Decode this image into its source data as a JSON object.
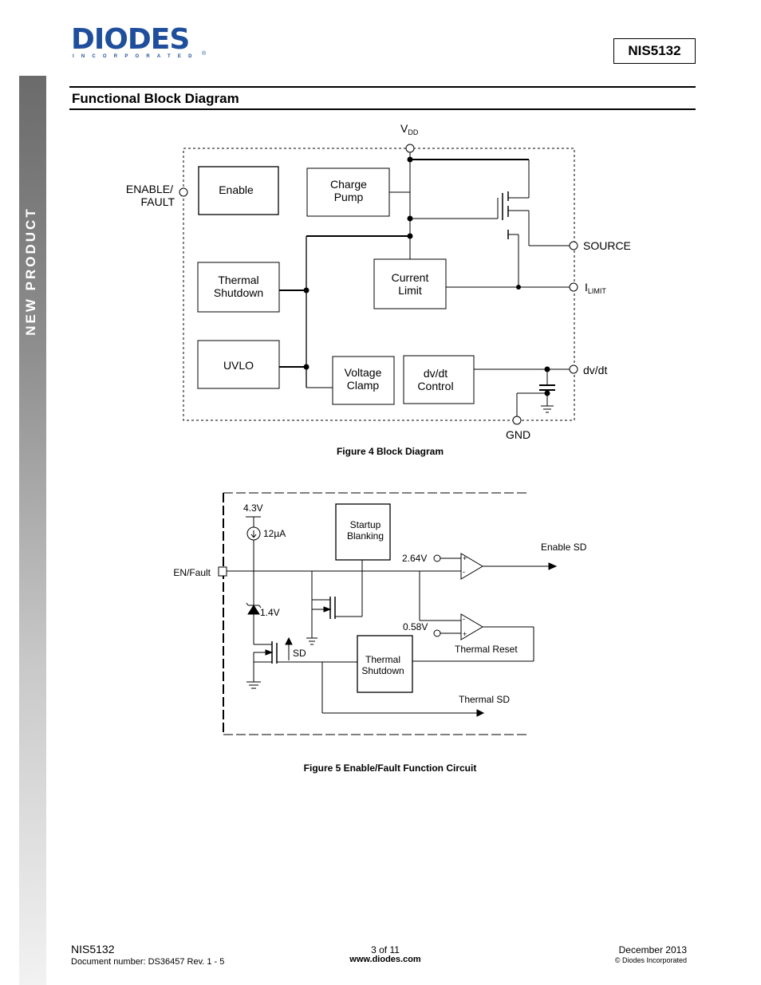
{
  "header": {
    "logo_text": "DIODES",
    "logo_sub": "INCORPORATED",
    "logo_reg": "®",
    "part_number": "NIS5132"
  },
  "sidebar": {
    "label": "NEW PRODUCT"
  },
  "section_title": "Functional Block Diagram",
  "fig4": {
    "vdd_main": "V",
    "vdd_sub": "DD",
    "pin_enable_line1": "ENABLE/",
    "pin_enable_line2": "FAULT",
    "pin_source": "SOURCE",
    "pin_ilimit_main": "I",
    "pin_ilimit_sub": "LIMIT",
    "pin_dvdt": "dv/dt",
    "pin_gnd": "GND",
    "block_enable": "Enable",
    "block_charge_pump_1": "Charge",
    "block_charge_pump_2": "Pump",
    "block_thermal_1": "Thermal",
    "block_thermal_2": "Shutdown",
    "block_current_1": "Current",
    "block_current_2": "Limit",
    "block_uvlo": "UVLO",
    "block_vclamp_1": "Voltage",
    "block_vclamp_2": "Clamp",
    "block_dvdt_1": "dv/dt",
    "block_dvdt_2": "Control",
    "caption": "Figure 4 Block Diagram"
  },
  "fig5": {
    "v43": "4.3V",
    "i12": "12µA",
    "en_fault": "EN/Fault",
    "v14": "1.4V",
    "sd": "SD",
    "startup_1": "Startup",
    "startup_2": "Blanking",
    "v264": "2.64V",
    "enable_sd": "Enable SD",
    "v058": "0.58V",
    "thermal_reset": "Thermal Reset",
    "thermal_1": "Thermal",
    "thermal_2": "Shutdown",
    "thermal_sd": "Thermal SD",
    "plus": "+",
    "minus": "-",
    "caption": "Figure 5 Enable/Fault Function Circuit"
  },
  "footer": {
    "part": "NIS5132",
    "doc_number": "Document number: DS36457 Rev. 1 - 5",
    "page": "3 of 11",
    "website": "www.diodes.com",
    "date": "December 2013",
    "copyright": "© Diodes Incorporated"
  }
}
